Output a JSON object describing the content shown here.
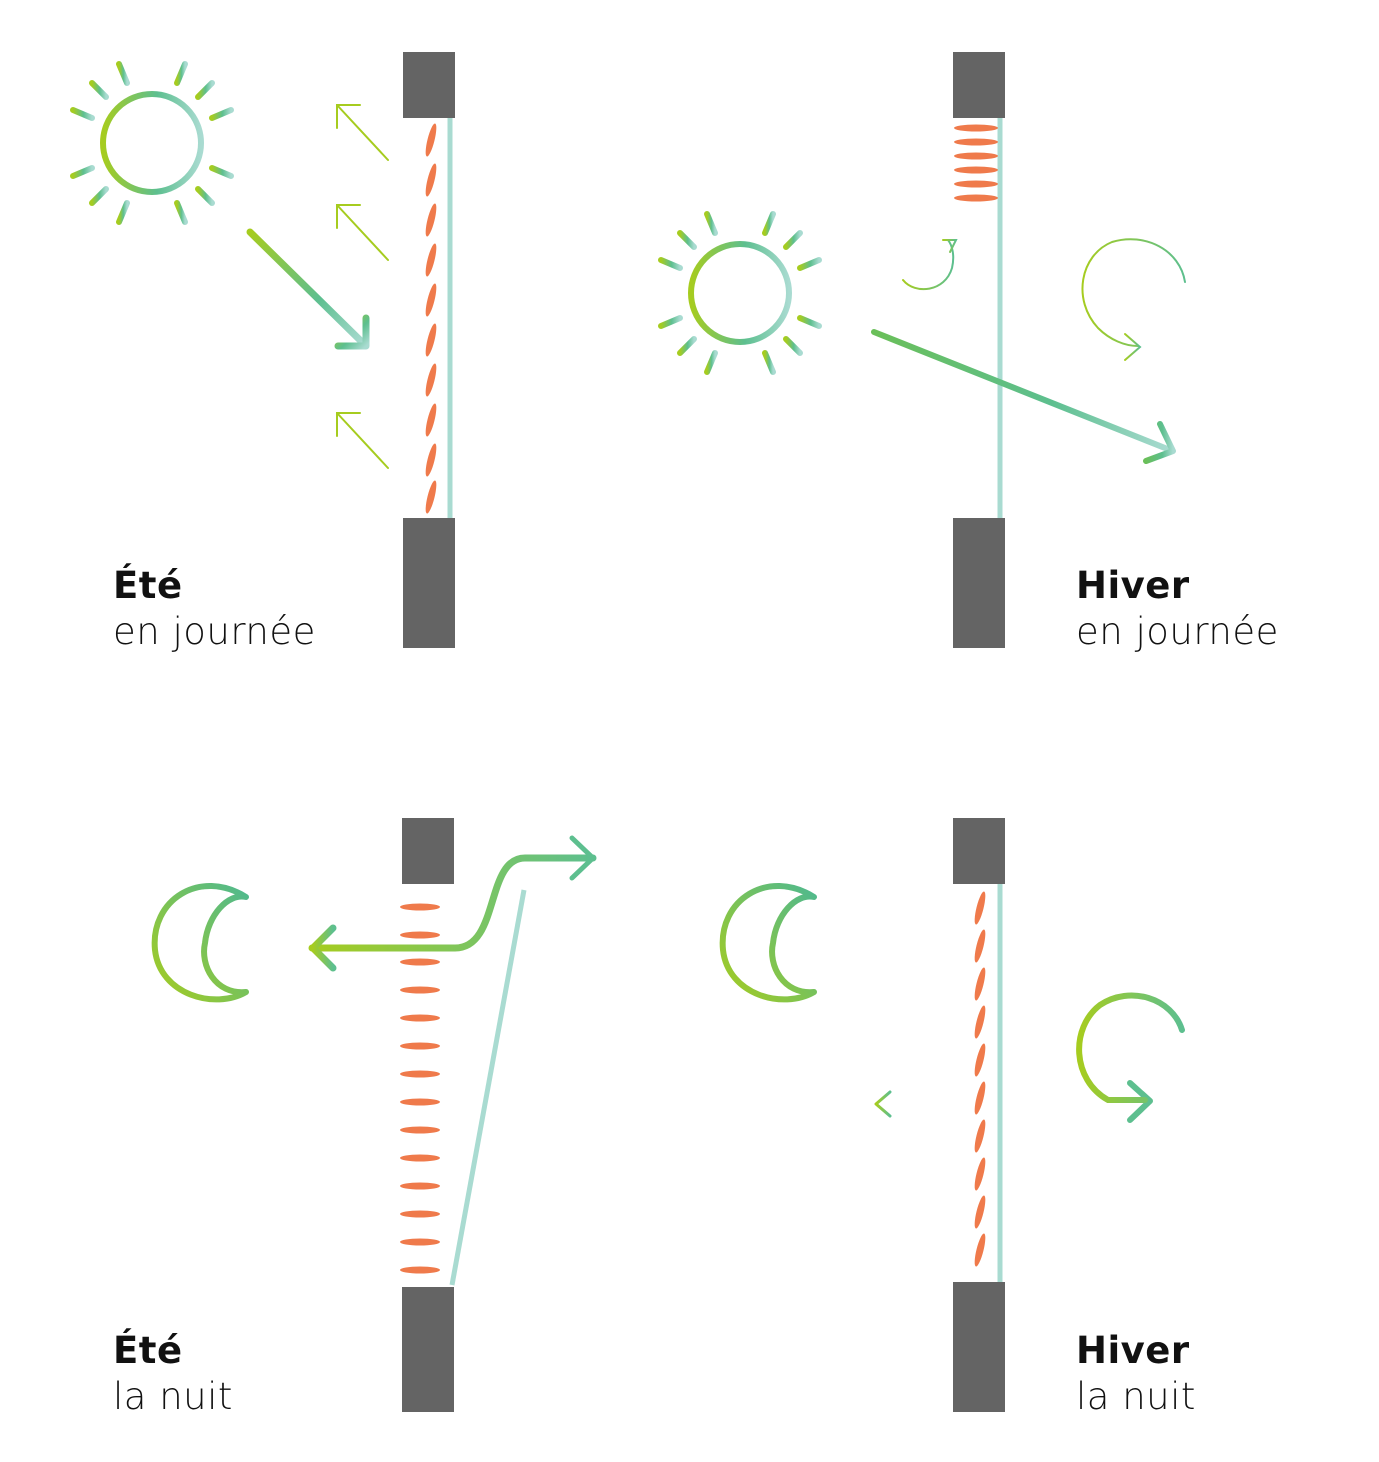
{
  "panels": {
    "summer_day": {
      "season": "Été",
      "time": "en journée"
    },
    "winter_day": {
      "season": "Hiver",
      "time": "en journée"
    },
    "summer_night": {
      "season": "Été",
      "time": "la nuit"
    },
    "winter_night": {
      "season": "Hiver",
      "time": "la nuit"
    }
  },
  "colors": {
    "wall": "#646464",
    "glass": "#a9dbd1",
    "shutter": "#ef7a4b",
    "gradient_start": "#a6cc1f",
    "gradient_mid": "#5dbf8f",
    "gradient_end": "#a9dbd1",
    "text": "#111111"
  },
  "icons": [
    "sun-icon",
    "moon-icon",
    "arrow-icon",
    "circular-arrow-icon"
  ]
}
